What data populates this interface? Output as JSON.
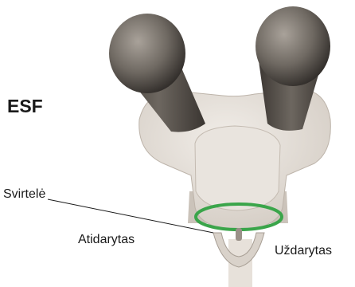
{
  "title": "ESF",
  "labels": {
    "lever": "Svirtelė",
    "open": "Atidarytas",
    "closed": "Uždarytas"
  },
  "colors": {
    "body": "#e3ddd6",
    "body_shadow": "#c9c1b8",
    "eyepiece": "#6f6962",
    "eyepiece_dark": "#2f2b28",
    "ring": "#3aa54a",
    "leader_line": "#1a1a1a",
    "text": "#1a1a1a"
  }
}
